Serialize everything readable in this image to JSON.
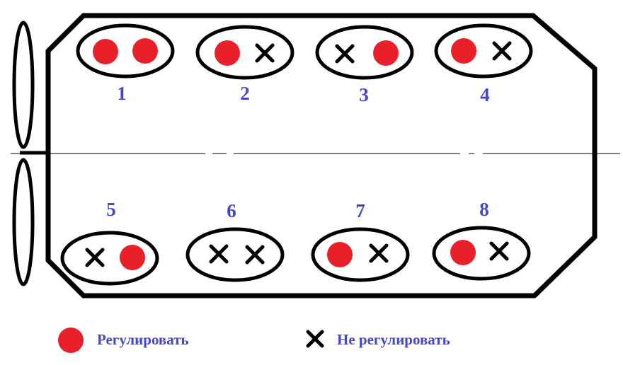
{
  "colors": {
    "regulate": "#e8202a",
    "label": "#4646c8",
    "outline": "#000000"
  },
  "cells": [
    {
      "number": "1",
      "markers": [
        "regulate",
        "regulate"
      ]
    },
    {
      "number": "2",
      "markers": [
        "regulate",
        "no-regulate"
      ]
    },
    {
      "number": "3",
      "markers": [
        "no-regulate",
        "regulate"
      ]
    },
    {
      "number": "4",
      "markers": [
        "regulate",
        "no-regulate"
      ]
    },
    {
      "number": "5",
      "markers": [
        "no-regulate",
        "regulate"
      ]
    },
    {
      "number": "6",
      "markers": [
        "no-regulate",
        "no-regulate"
      ]
    },
    {
      "number": "7",
      "markers": [
        "regulate",
        "no-regulate"
      ]
    },
    {
      "number": "8",
      "markers": [
        "regulate",
        "no-regulate"
      ]
    }
  ],
  "legend": {
    "regulate": "Регулировать",
    "no_regulate": "Не регулировать"
  }
}
